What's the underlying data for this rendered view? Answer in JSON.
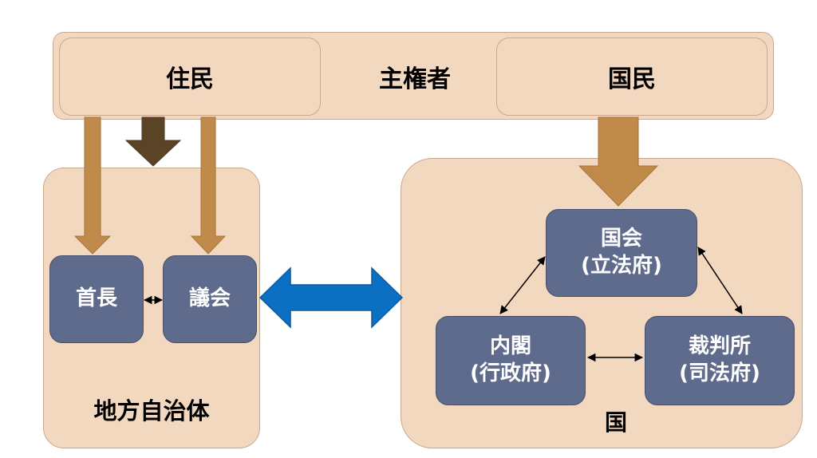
{
  "sovereign": {
    "residents": "住民",
    "center": "主権者",
    "citizens": "国民"
  },
  "local": {
    "mayor": "首長",
    "assembly": "議会",
    "title": "地方自治体"
  },
  "national": {
    "diet_line1": "国会",
    "diet_line2": "(立法府)",
    "cabinet_line1": "内閣",
    "cabinet_line2": "(行政府)",
    "court_line1": "裁判所",
    "court_line2": "(司法府)",
    "title": "国"
  },
  "colors": {
    "panel_fill": "#f3d8c0",
    "node_fill": "#5f6b8c",
    "arrow_tan": "#c08a4a",
    "arrow_dark": "#5b4426",
    "arrow_blue": "#0b6fc2"
  }
}
